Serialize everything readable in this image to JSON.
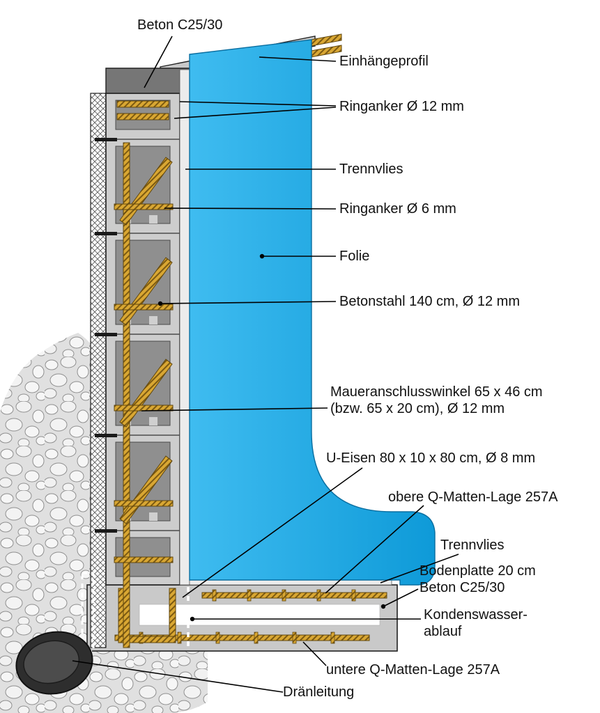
{
  "figure": {
    "type": "construction-cross-section",
    "subject": "Pool-Wandaufbau Schnittzeichnung"
  },
  "labels": {
    "beton_top": "Beton C25/30",
    "einhaengeprofil": "Einhängeprofil",
    "ringanker12": "Ringanker Ø 12 mm",
    "trennvlies_top": "Trennvlies",
    "ringanker6": "Ringanker Ø 6 mm",
    "folie": "Folie",
    "betonstahl": "Betonstahl 140 cm, Ø 12 mm",
    "mauerwinkel_1": "Maueranschlusswinkel 65 x 46 cm",
    "mauerwinkel_2": "(bzw. 65 x 20 cm), Ø 12 mm",
    "ueisen": "U-Eisen 80 x 10 x 80 cm, Ø 8 mm",
    "obere_qmatten": "obere Q-Matten-Lage 257A",
    "trennvlies_bottom": "Trennvlies",
    "bodenplatte_1": "Bodenplatte 20 cm",
    "bodenplatte_2": "Beton C25/30",
    "kondenswasser_1": "Kondenswasser-",
    "kondenswasser_2": "ablauf",
    "untere_qmatten": "untere Q-Matten-Lage 257A",
    "draenleitung": "Dränleitung"
  },
  "colors": {
    "liner_light": "#3fbcf0",
    "liner_dark": "#0e9ad8",
    "rebar_gold": "#d9a733",
    "concrete_light": "#cdcdcd",
    "concrete_dark": "#8f8f8f",
    "coping_grey": "#767676"
  }
}
